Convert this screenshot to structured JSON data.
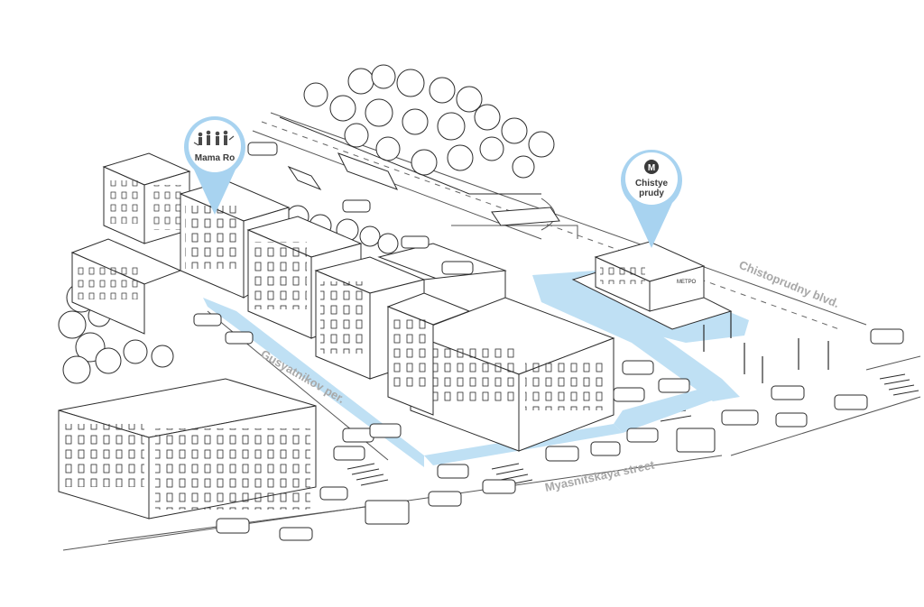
{
  "map": {
    "colors": {
      "route": "#bfe0f4",
      "pin": "#a8d3f0",
      "line": "#2b2b2b",
      "label": "#a8a8a8"
    },
    "pins": [
      {
        "id": "mama-ro",
        "label": "Mama Ro",
        "icon": "people-logo-icon"
      },
      {
        "id": "chistye-prudy",
        "label_line1": "Chistye",
        "label_line2": "prudy",
        "icon": "metro-m-icon"
      }
    ],
    "streets": [
      {
        "id": "gusyatnikov",
        "label": "Gusyatnikov per."
      },
      {
        "id": "myasnitskaya",
        "label": "Myasnitskaya street"
      },
      {
        "id": "chistoprudny",
        "label": "Chistoprudny blvd."
      }
    ],
    "metro_sign": "МЕТРО",
    "metro_letter": "M"
  }
}
